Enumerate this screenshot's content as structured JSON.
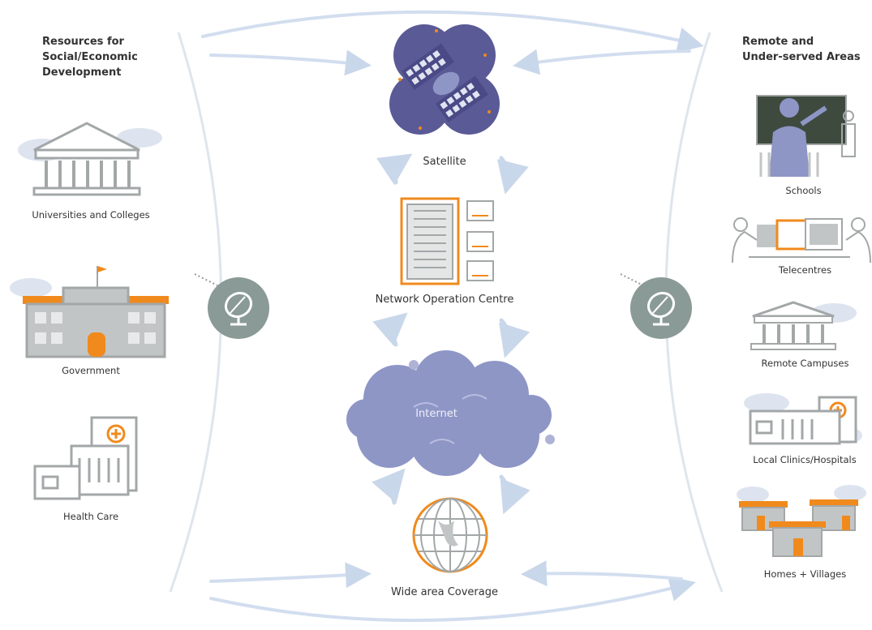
{
  "headings": {
    "left": "Resources for\nSocial/Economic\nDevelopment",
    "right": "Remote and\nUnder-served Areas"
  },
  "left_nodes": [
    {
      "label": "Universities and Colleges",
      "icon": "university-building-icon"
    },
    {
      "label": "Government",
      "icon": "government-building-icon"
    },
    {
      "label": "Health Care",
      "icon": "hospital-building-icon"
    }
  ],
  "center_nodes": [
    {
      "label": "Satellite",
      "icon": "satellite-icon"
    },
    {
      "label": "Network Operation Centre",
      "icon": "server-rack-icon"
    },
    {
      "label": "Internet",
      "icon": "cloud-icon"
    },
    {
      "label": "Wide area Coverage",
      "icon": "globe-icon"
    }
  ],
  "right_nodes": [
    {
      "label": "Schools",
      "icon": "classroom-icon"
    },
    {
      "label": "Telecentres",
      "icon": "computer-users-icon"
    },
    {
      "label": "Remote Campuses",
      "icon": "campus-building-icon"
    },
    {
      "label": "Local Clinics/Hospitals",
      "icon": "clinic-icon"
    },
    {
      "label": "Homes + Villages",
      "icon": "village-houses-icon"
    }
  ],
  "colors": {
    "accent_orange": "#f08a1c",
    "satellite_purple": "#5a5a96",
    "cloud_blue": "#8e96c6",
    "dish_grey": "#8a9a96",
    "arrow_blue": "#c9d7ea",
    "building_grey": "#a3a7a8"
  }
}
